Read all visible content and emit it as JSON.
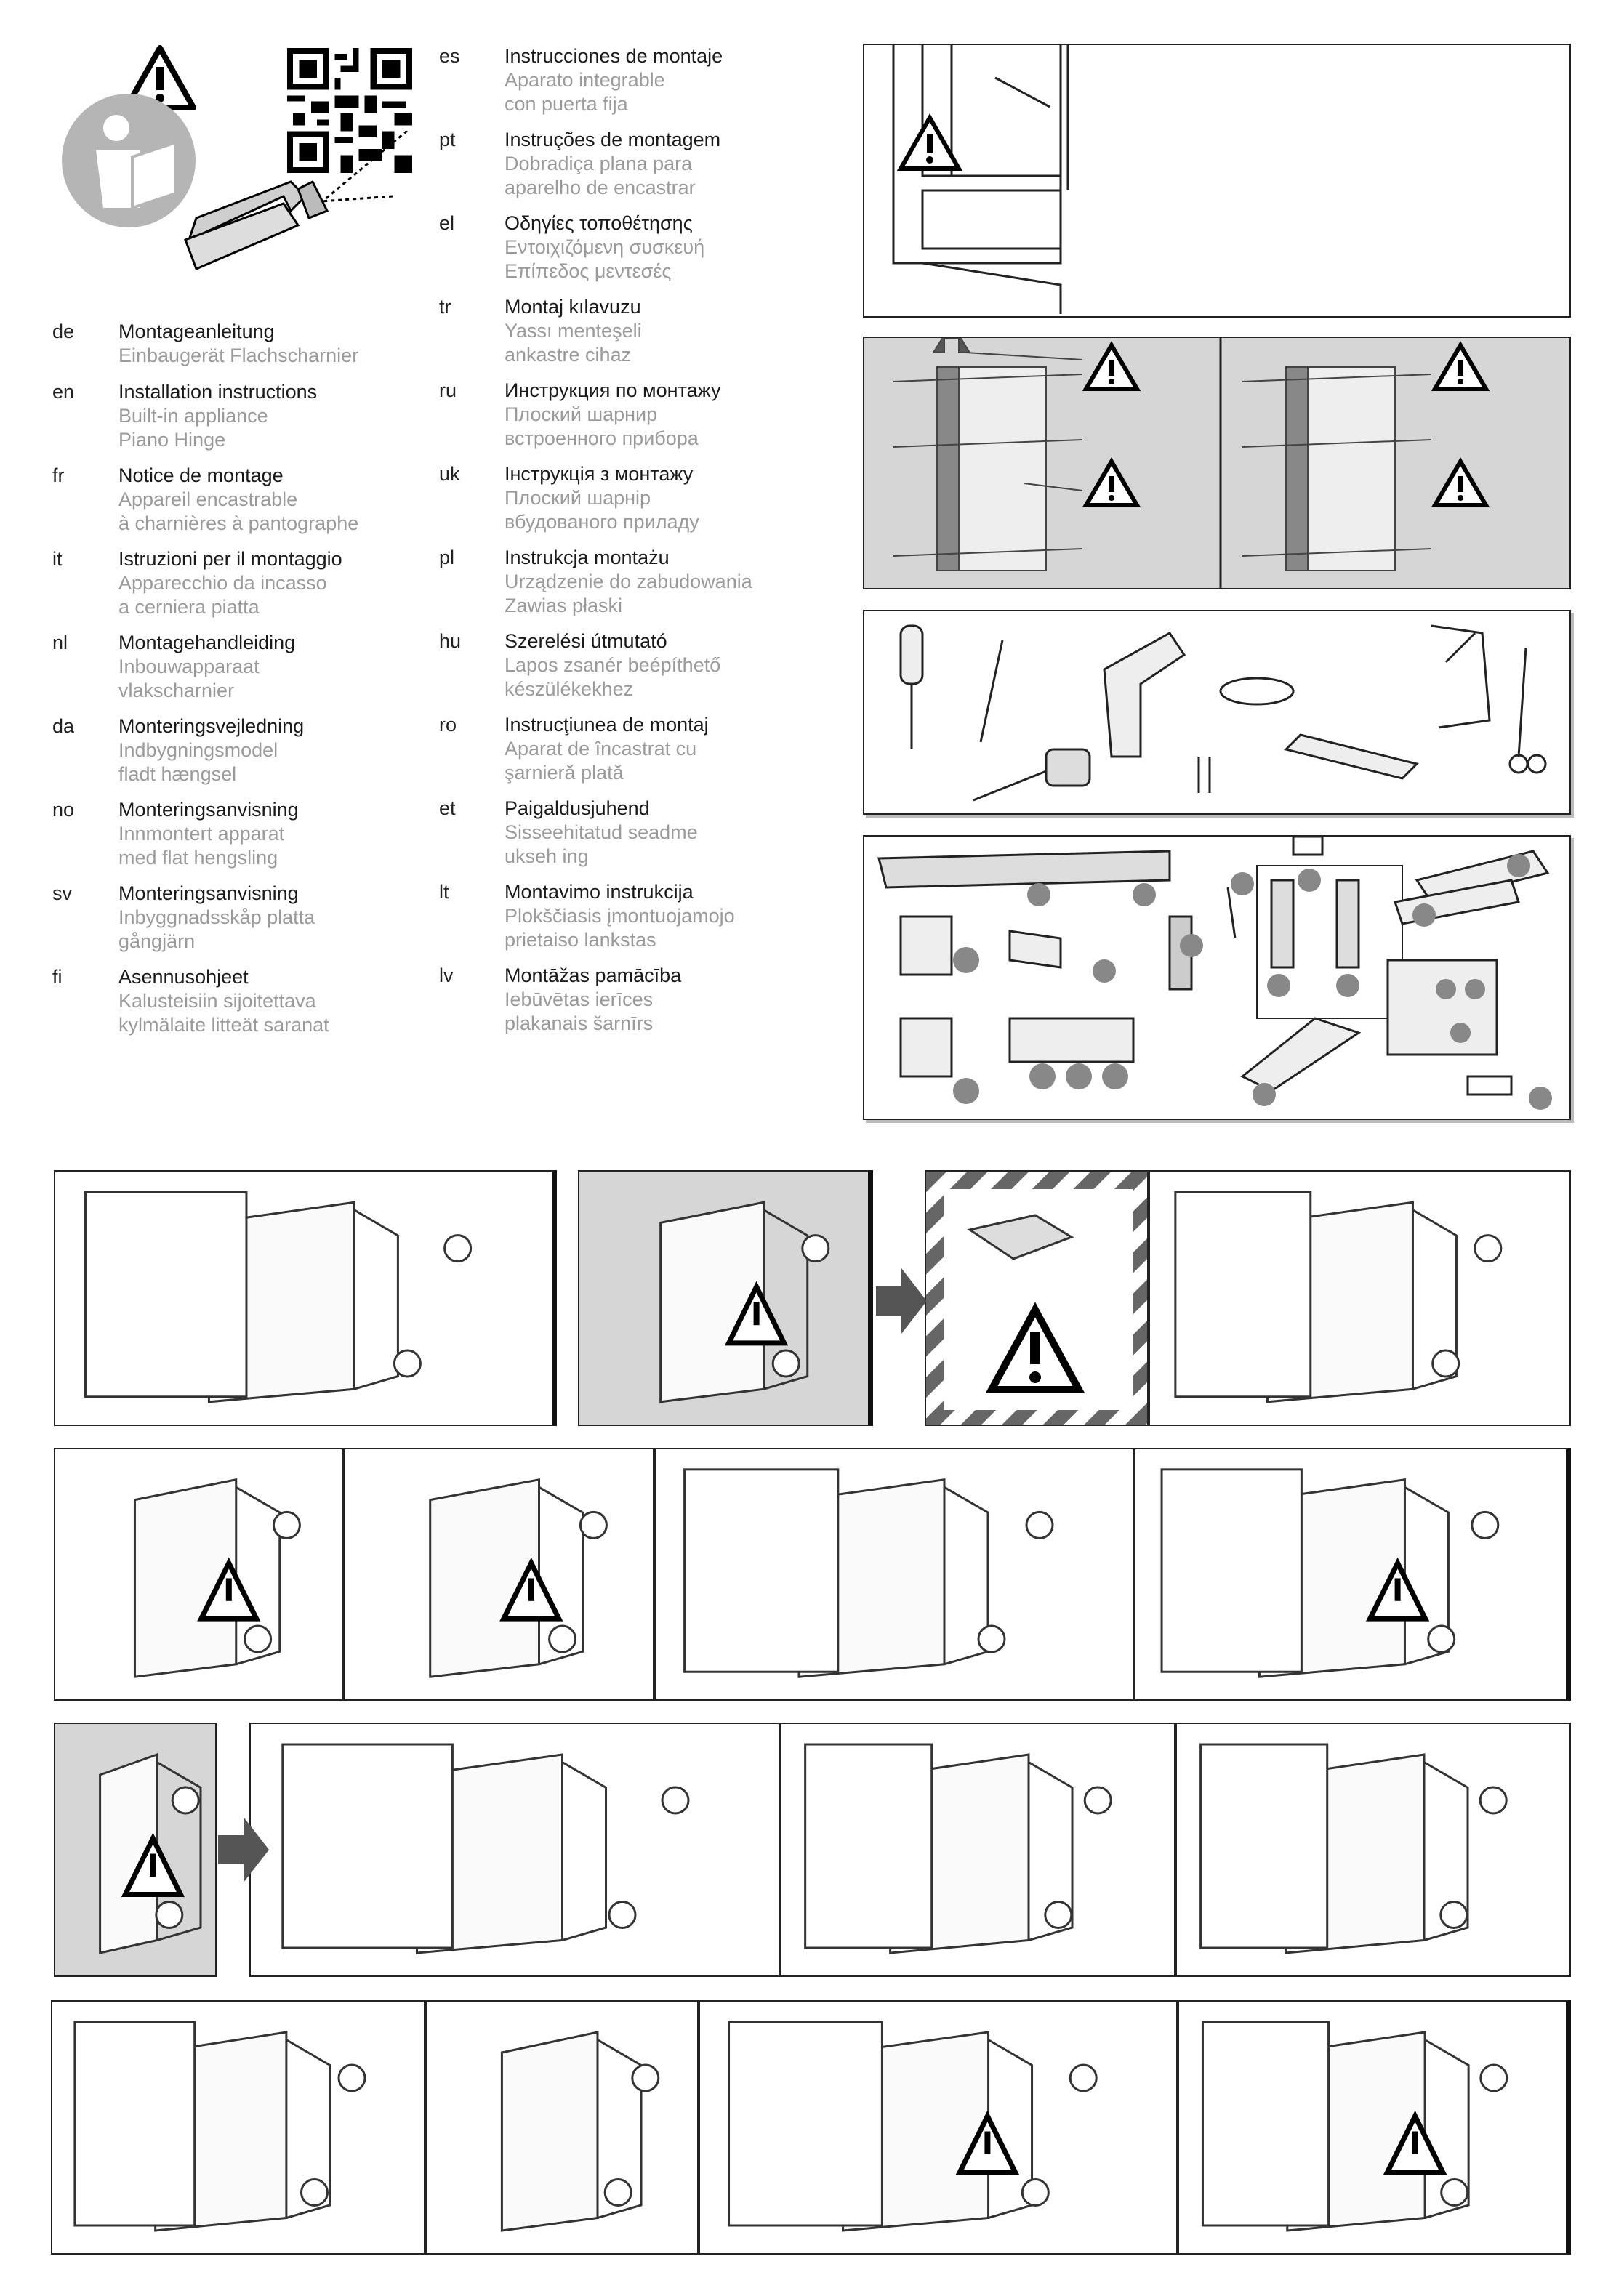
{
  "languages_left": [
    {
      "code": "de",
      "title": "Montageanleitung",
      "sub": [
        "Einbaugerät Flachscharnier"
      ]
    },
    {
      "code": "en",
      "title": "Installation instructions",
      "sub": [
        "Built-in appliance",
        "Piano Hinge"
      ]
    },
    {
      "code": "fr",
      "title": "Notice de montage",
      "sub": [
        "Appareil encastrable",
        "à charnières à pantographe"
      ]
    },
    {
      "code": "it",
      "title": "Istruzioni per il montaggio",
      "sub": [
        "Apparecchio da incasso",
        "a cerniera piatta"
      ]
    },
    {
      "code": "nl",
      "title": "Montagehandleiding",
      "sub": [
        "Inbouwapparaat",
        "vlakscharnier"
      ]
    },
    {
      "code": "da",
      "title": "Monteringsvejledning",
      "sub": [
        "Indbygningsmodel",
        "fladt hængsel"
      ]
    },
    {
      "code": "no",
      "title": "Monteringsanvisning",
      "sub": [
        "Innmontert apparat",
        "med flat hengsling"
      ]
    },
    {
      "code": "sv",
      "title": "Monteringsanvisning",
      "sub": [
        "Inbyggnadsskåp platta",
        "gångjärn"
      ]
    },
    {
      "code": "fi",
      "title": "Asennusohjeet",
      "sub": [
        "Kalusteisiin sijoitettava",
        "kylmälaite  litteät saranat"
      ]
    }
  ],
  "languages_right": [
    {
      "code": "es",
      "title": "Instrucciones de montaje",
      "sub": [
        "Aparato integrable",
        "con puerta fija"
      ]
    },
    {
      "code": "pt",
      "title": "Instruções de montagem",
      "sub": [
        "Dobradiça plana para",
        "aparelho de encastrar"
      ]
    },
    {
      "code": "el",
      "title": "Οδηγίες τοποθέτησης",
      "sub": [
        "Εντοιχιζόμενη συσκευή",
        "Επίπεδος μεντεσές"
      ]
    },
    {
      "code": "tr",
      "title": "Montaj kılavuzu",
      "sub": [
        "Yassı menteşeli",
        "ankastre cihaz"
      ]
    },
    {
      "code": "ru",
      "title": "Инструкция по монтажу",
      "sub": [
        "Плоский шарнир",
        "встроенного прибора"
      ]
    },
    {
      "code": "uk",
      "title": "Інструкція з монтажу",
      "sub": [
        "Плоский шарнір",
        "вбудованого приладу"
      ]
    },
    {
      "code": "pl",
      "title": "Instrukcja montażu",
      "sub": [
        "Urządzenie do zabudowania",
        "Zawias płaski"
      ]
    },
    {
      "code": "hu",
      "title": "Szerelési útmutató",
      "sub": [
        "Lapos zsanér beépíthető",
        "készülékekhez"
      ]
    },
    {
      "code": "ro",
      "title": "Instrucţiunea de montaj",
      "sub": [
        "Aparat de încastrat cu",
        "şarnieră plată"
      ]
    },
    {
      "code": "et",
      "title": "Paigaldusjuhend",
      "sub": [
        "Sisseehitatud seadme",
        "ukseh ing"
      ]
    },
    {
      "code": "lt",
      "title": "Montavimo instrukcija",
      "sub": [
        "Plokščiasis įmontuojamojo",
        "prietaiso lankstas"
      ]
    },
    {
      "code": "lv",
      "title": "Montāžas pamācība",
      "sub": [
        "Iebūvētas ierīces",
        "plakanais šarnīrs"
      ]
    }
  ],
  "colors": {
    "title": "#1a1a1a",
    "subtitle": "#9a9a9a",
    "panel_gray": "#d6d6d6",
    "warning": "#000000"
  }
}
